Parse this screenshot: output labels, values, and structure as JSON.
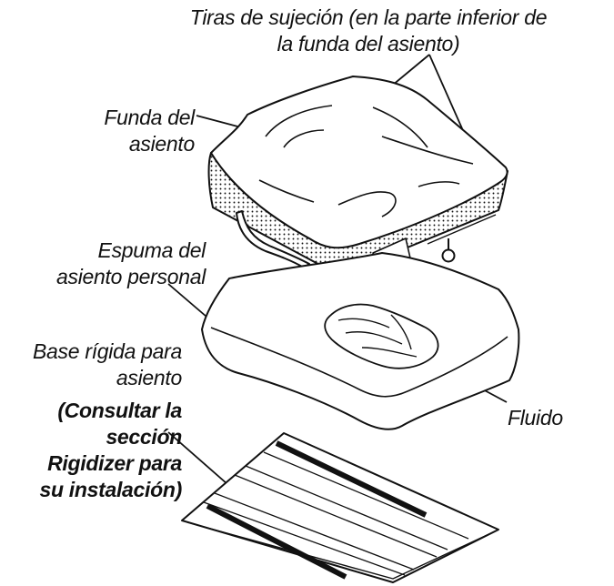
{
  "labels": {
    "strips": [
      "Tiras de sujeción (en la parte inferior de",
      "la funda del asiento)"
    ],
    "cover": [
      "Funda del",
      "asiento"
    ],
    "foam": [
      "Espuma del",
      "asiento personal"
    ],
    "base": [
      "Base rígida para",
      "asiento"
    ],
    "base_note": [
      "(Consultar la",
      "sección",
      "Rigidizer para",
      "su instalación)"
    ],
    "fluid": "Fluido"
  }
}
